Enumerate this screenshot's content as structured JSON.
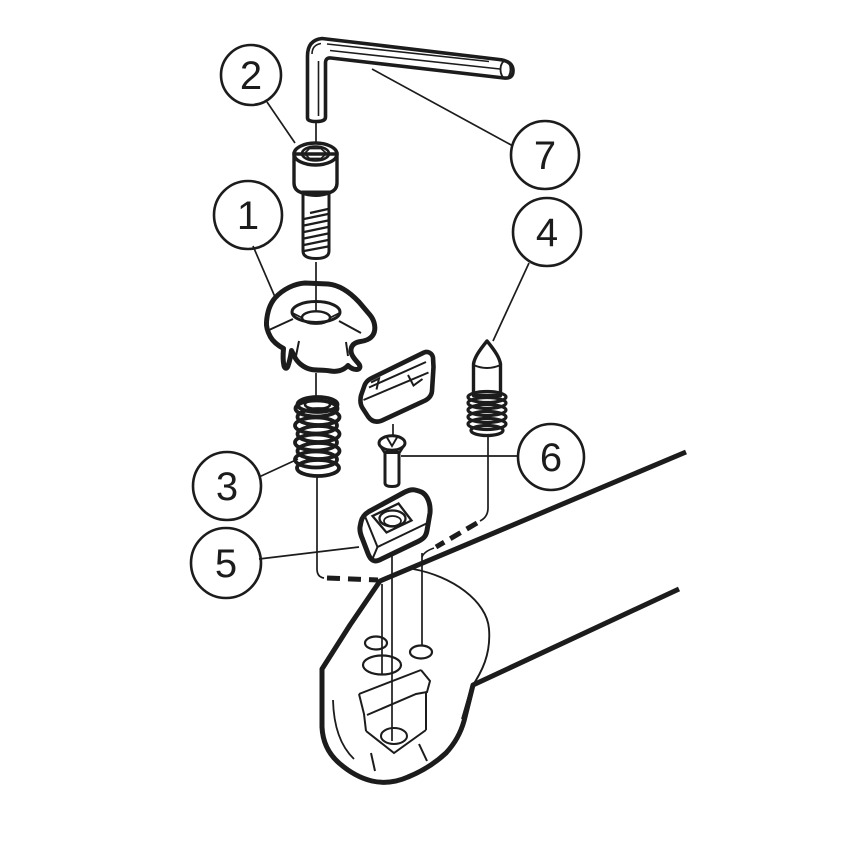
{
  "diagram": {
    "background_color": "#ffffff",
    "line_color": "#1c1c1c",
    "callouts": [
      {
        "label": "1"
      },
      {
        "label": "2"
      },
      {
        "label": "3"
      },
      {
        "label": "4"
      },
      {
        "label": "5"
      },
      {
        "label": "6"
      },
      {
        "label": "7"
      }
    ]
  }
}
